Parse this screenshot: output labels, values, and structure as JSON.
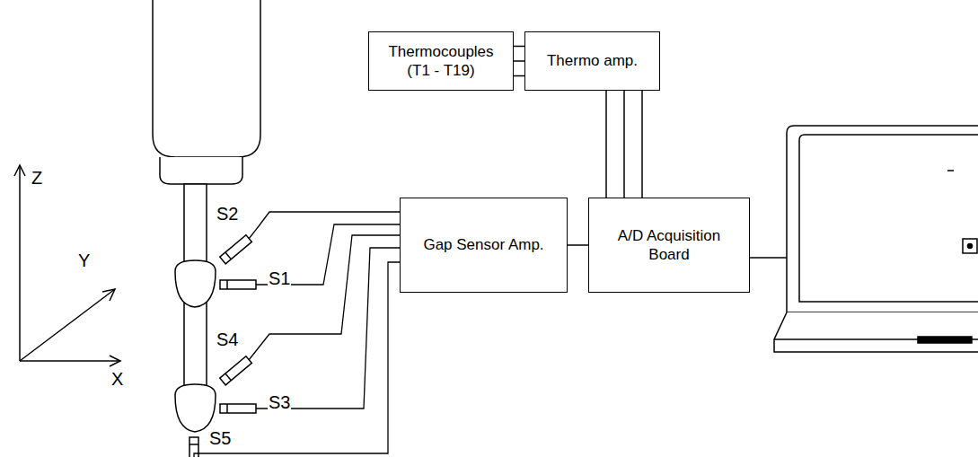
{
  "diagram": {
    "nodes": [
      {
        "text": [
          "Thermocouples (T1 - T19)"
        ]
      },
      {
        "text": [
          "Thermo amp."
        ]
      },
      {
        "text": [
          "Gap Sensor Amp."
        ]
      },
      {
        "text": [
          "A/D Acquisition Board"
        ]
      }
    ],
    "edges": [
      {
        "from": 0,
        "to": 1,
        "arrow": "none"
      },
      {
        "from": 0,
        "to": 1,
        "arrow": "none"
      },
      {
        "from": 0,
        "to": 1,
        "arrow": "none"
      },
      {
        "from": 1,
        "to": 3,
        "arrow": "none"
      },
      {
        "from": 1,
        "to": 3,
        "arrow": "none"
      },
      {
        "from": 1,
        "to": 3,
        "arrow": "none"
      },
      {
        "from": 2,
        "to": 3,
        "arrow": "none"
      }
    ],
    "labels": [
      "Z",
      "Y",
      "X",
      "S2",
      "S1",
      "S4",
      "S3",
      "S5"
    ]
  }
}
